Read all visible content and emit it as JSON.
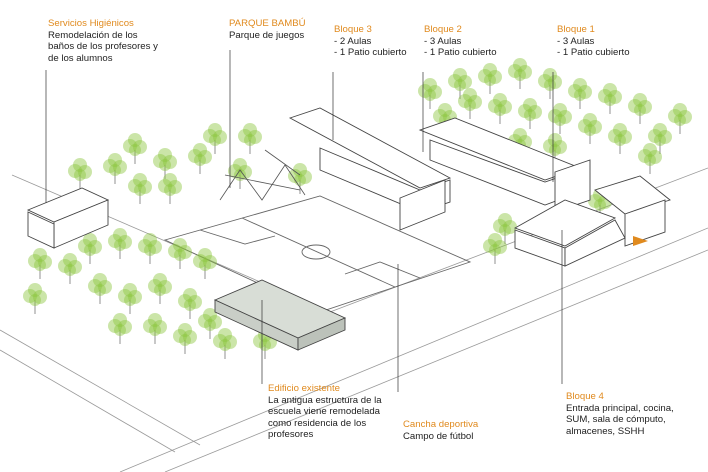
{
  "colors": {
    "accent": "#e08a1e",
    "text": "#222222",
    "tree": "#8cc63f",
    "building": "#555555",
    "existing": "#d8ddd6"
  },
  "labels": [
    {
      "id": "servicios",
      "title": "Servicios Higiénicos",
      "lines": [
        "Remodelación de los",
        "baños de los profesores y",
        "de los alumnos"
      ]
    },
    {
      "id": "parque",
      "title": "PARQUE BAMBÚ",
      "lines": [
        "Parque de juegos"
      ]
    },
    {
      "id": "bloque3",
      "title": "Bloque 3",
      "lines": [
        "- 2 Aulas",
        "- 1 Patio cubierto"
      ]
    },
    {
      "id": "bloque2",
      "title": "Bloque 2",
      "lines": [
        "- 3 Aulas",
        "- 1 Patio cubierto"
      ]
    },
    {
      "id": "bloque1",
      "title": "Bloque 1",
      "lines": [
        "- 3 Aulas",
        "- 1 Patio cubierto"
      ]
    },
    {
      "id": "existente",
      "title": "Edificio existente",
      "lines": [
        "La antigua estructura de la",
        "escuela viene remodelada",
        "como residencia de los",
        "profesores"
      ]
    },
    {
      "id": "cancha",
      "title": "Cancha deportiva",
      "lines": [
        "Campo de fútbol"
      ]
    },
    {
      "id": "bloque4",
      "title": "Bloque 4",
      "lines": [
        "Entrada principal, cocina,",
        "SUM, sala de cómputo,",
        "almacenes, SSHH"
      ]
    }
  ]
}
